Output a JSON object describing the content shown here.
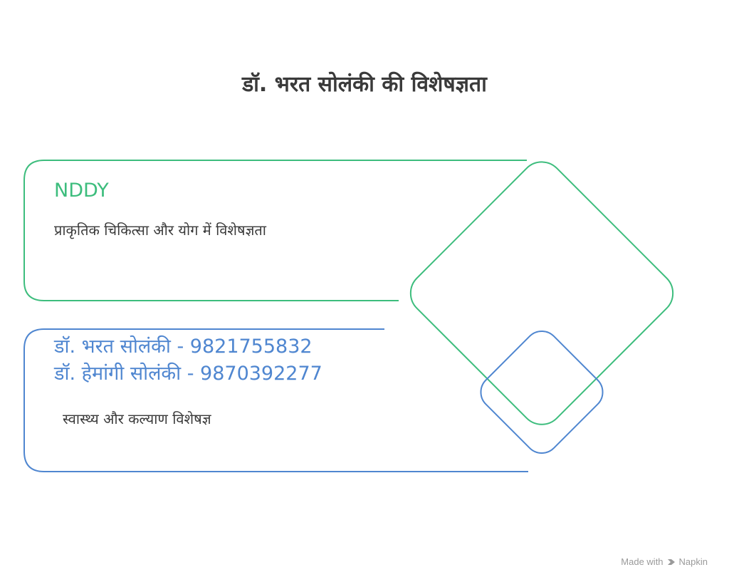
{
  "title": "डॉ. भरत सोलंकी की विशेषज्ञता",
  "cards": [
    {
      "heading": "NDDY",
      "description": "प्राकृतिक चिकित्सा और योग में विशेषज्ञता",
      "color": "#3dbd7d"
    },
    {
      "heading_line1": "डॉ. भरत सोलंकी - 9821755832",
      "heading_line2": "डॉ. हेमांगी सोलंकी - 9870392277",
      "description": "स्वास्थ्य और कल्याण विशेषज्ञ",
      "color": "#4f86d0"
    }
  ],
  "footer": {
    "made_with": "Made with",
    "brand": "Napkin"
  }
}
